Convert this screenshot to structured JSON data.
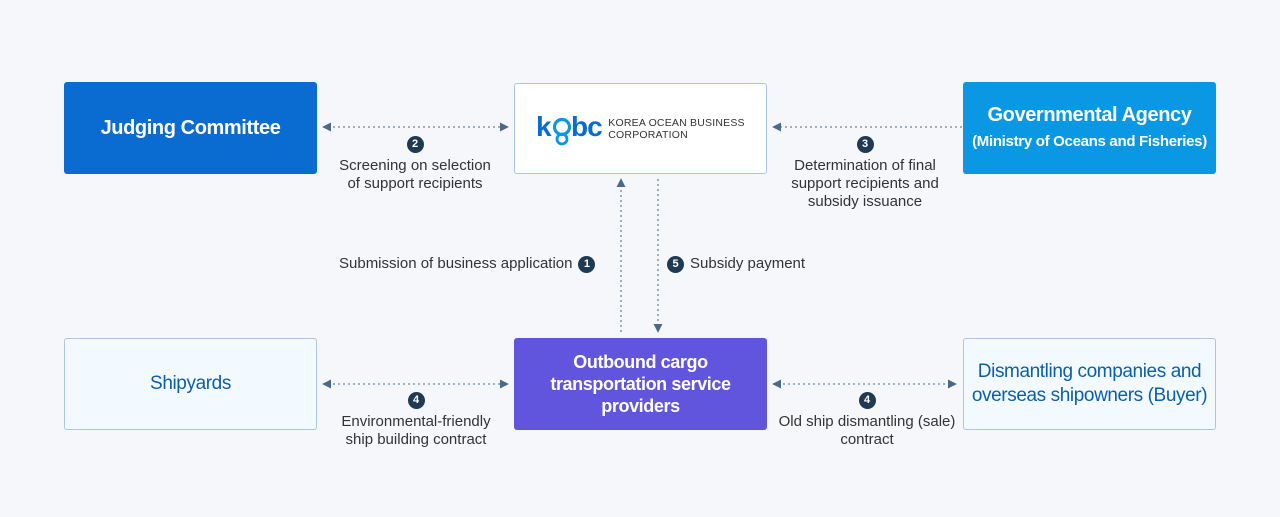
{
  "nodes": {
    "judging": {
      "title": "Judging Committee"
    },
    "kobc": {
      "logo_mark": "kobc",
      "logo_line1": "KOREA OCEAN BUSINESS",
      "logo_line2": "CORPORATION"
    },
    "government": {
      "title": "Governmental Agency",
      "subtitle": "(Ministry of Oceans and Fisheries)"
    },
    "shipyards": {
      "title": "Shipyards"
    },
    "providers": {
      "line1": "Outbound cargo",
      "line2": "transportation service",
      "line3": "providers"
    },
    "dismantling": {
      "line1": "Dismantling companies and",
      "line2": "overseas shipowners (Buyer)"
    }
  },
  "edges": {
    "e1": {
      "num": "1",
      "text": "Submission of business application"
    },
    "e2": {
      "num": "2",
      "line1": "Screening on selection",
      "line2": "of support recipients"
    },
    "e3": {
      "num": "3",
      "line1": "Determination of final",
      "line2": "support recipients and",
      "line3": "subsidy issuance"
    },
    "e4a": {
      "num": "4",
      "line1": "Environmental-friendly",
      "line2": "ship building contract"
    },
    "e4b": {
      "num": "4",
      "line1": "Old ship dismantling (sale)",
      "line2": "contract"
    },
    "e5": {
      "num": "5",
      "text": "Subsidy payment"
    }
  },
  "colors": {
    "dark_blue": "#0a6bd0",
    "sky_blue": "#0a97e3",
    "purple": "#6055dc",
    "badge": "#1f3a53",
    "connector": "#5a7896"
  }
}
